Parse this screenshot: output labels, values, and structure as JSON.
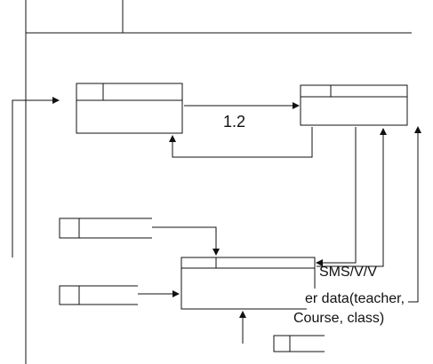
{
  "diagram": {
    "flow_12_label": "1.2",
    "flow_sms_label": "SMS/V/V",
    "flow_master_line1": "er data(teacher,",
    "flow_master_line2": "Course, class)"
  },
  "colors": {
    "stroke": "#111111",
    "background": "#ffffff"
  }
}
